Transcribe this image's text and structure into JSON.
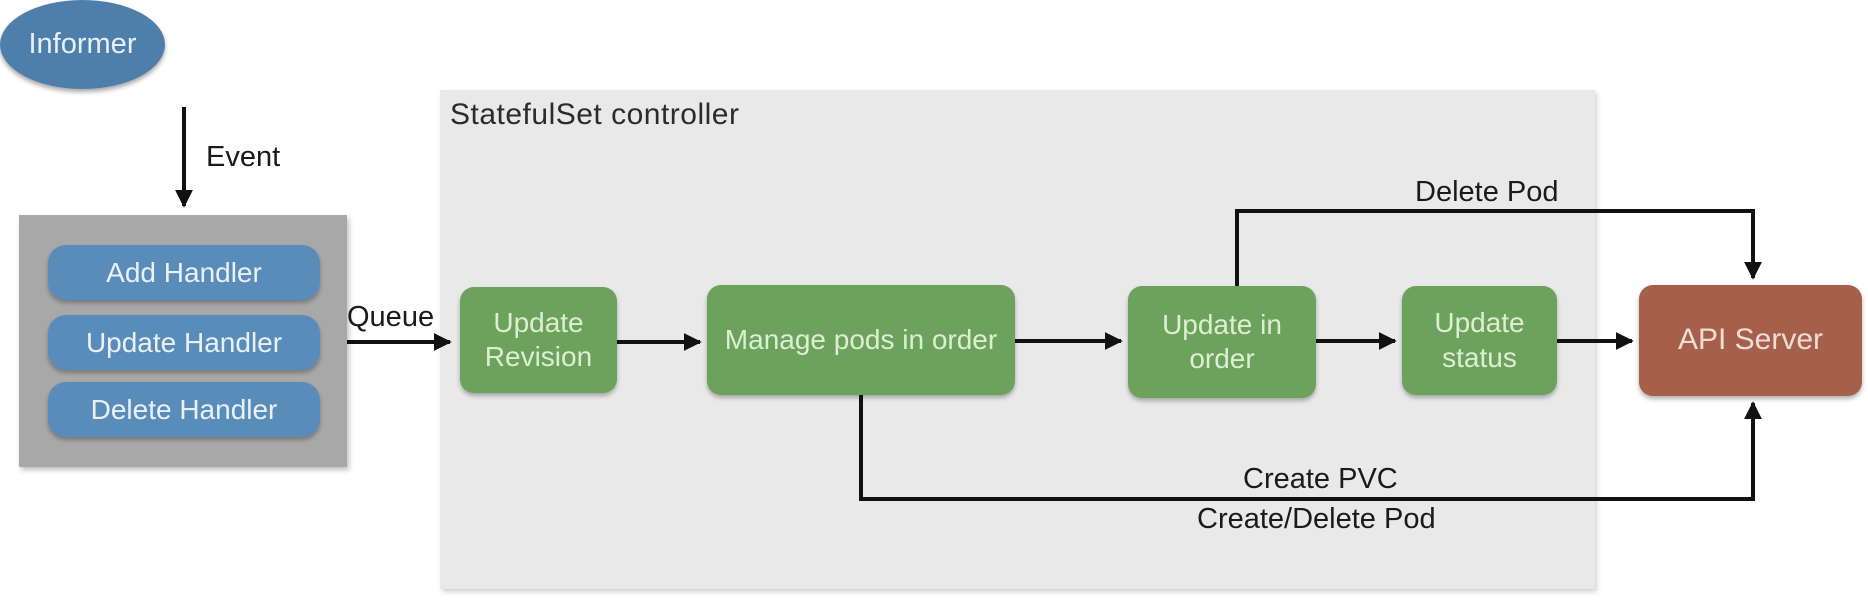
{
  "colors": {
    "informer_blue": "#4e7fab",
    "handler_blue": "#5a8cba",
    "handlers_panel_gray": "#a8a8a8",
    "controller_box_gray": "#e9e9ea",
    "step_green": "#6ca25b",
    "step_text_green": "#dcefd3",
    "api_server_brown": "#a65f4b",
    "api_server_text": "#eeddd3",
    "edge_black": "#111111"
  },
  "diagram": {
    "informer": {
      "label": "Informer"
    },
    "handlers_panel": {
      "items": [
        {
          "label": "Add Handler"
        },
        {
          "label": "Update Handler"
        },
        {
          "label": "Delete Handler"
        }
      ]
    },
    "controller": {
      "title": "StatefulSet controller",
      "steps": [
        {
          "label": "Update Revision"
        },
        {
          "label": "Manage pods in order"
        },
        {
          "label": "Update in order"
        },
        {
          "label": "Update status"
        }
      ]
    },
    "api_server": {
      "label": "API Server"
    },
    "edges": {
      "event": {
        "label": "Event"
      },
      "queue": {
        "label": "Queue"
      },
      "delete_pod": {
        "label": "Delete Pod"
      },
      "create_pvc": {
        "label": "Create PVC"
      },
      "create_delete_pod": {
        "label": "Create/Delete Pod"
      }
    }
  }
}
